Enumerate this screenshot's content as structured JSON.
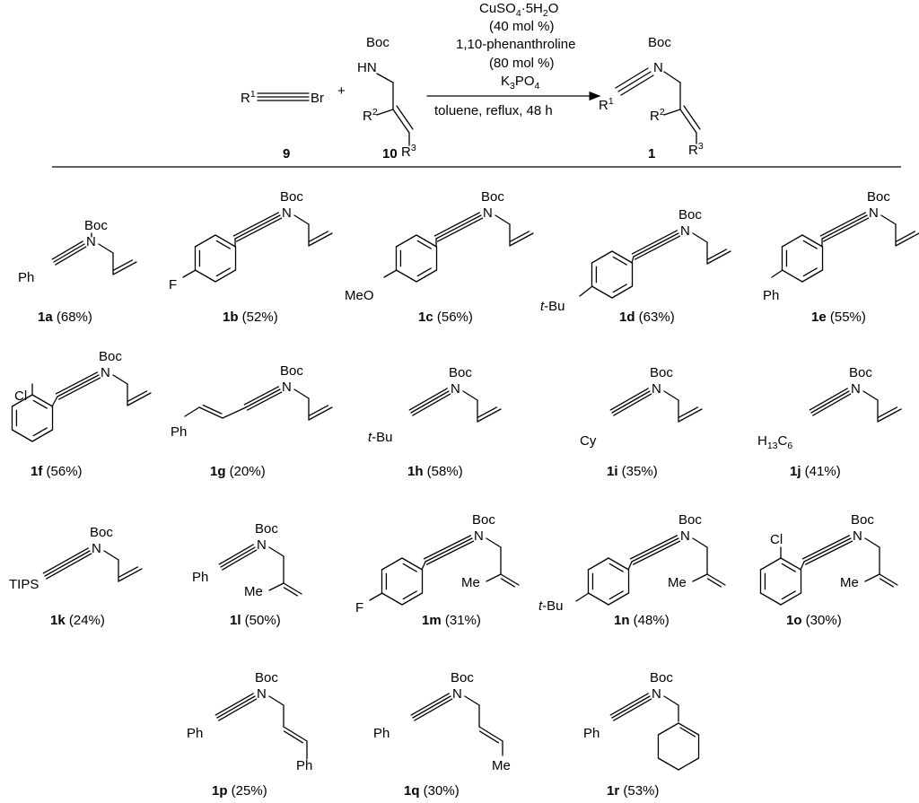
{
  "reaction": {
    "reagent1_r": "R",
    "reagent1_sup": "1",
    "reagent1_br": "Br",
    "plus": "+",
    "reagent2_boc": "Boc",
    "reagent2_hn": "HN",
    "r2": "R",
    "r2_sup": "2",
    "r3": "R",
    "r3_sup": "3",
    "conditions": {
      "line1_pre": "CuSO",
      "line1_sub": "4",
      "line1_post": "·5H",
      "line1_sub2": "2",
      "line1_end": "O",
      "line2": "(40 mol %)",
      "line3": "1,10-phenanthroline",
      "line4": "(80 mol %)",
      "line5_pre": "K",
      "line5_sub": "3",
      "line5_mid": "PO",
      "line5_sub2": "4",
      "below": "toluene, reflux, 48 h"
    },
    "product_boc": "Boc",
    "product_n": "N",
    "compound_numbers": {
      "alkyne": "9",
      "amine": "10",
      "product": "1"
    }
  },
  "labels": {
    "boc": "Boc",
    "n": "N",
    "ph": "Ph",
    "f": "F",
    "meo": "MeO",
    "tbu_t": "t",
    "tbu": "-Bu",
    "cl": "Cl",
    "cy": "Cy",
    "h13c6": "H",
    "h13c6_sub1": "13",
    "h13c6_c": "C",
    "h13c6_sub2": "6",
    "tips": "TIPS",
    "me": "Me"
  },
  "products": [
    {
      "id": "1a",
      "yield": "(68%)"
    },
    {
      "id": "1b",
      "yield": "(52%)"
    },
    {
      "id": "1c",
      "yield": "(56%)"
    },
    {
      "id": "1d",
      "yield": "(63%)"
    },
    {
      "id": "1e",
      "yield": "(55%)"
    },
    {
      "id": "1f",
      "yield": "(56%)"
    },
    {
      "id": "1g",
      "yield": "(20%)"
    },
    {
      "id": "1h",
      "yield": "(58%)"
    },
    {
      "id": "1i",
      "yield": "(35%)"
    },
    {
      "id": "1j",
      "yield": "(41%)"
    },
    {
      "id": "1k",
      "yield": "(24%)"
    },
    {
      "id": "1l",
      "yield": "(50%)"
    },
    {
      "id": "1m",
      "yield": "(31%)"
    },
    {
      "id": "1n",
      "yield": "(48%)"
    },
    {
      "id": "1o",
      "yield": "(30%)"
    },
    {
      "id": "1p",
      "yield": "(25%)"
    },
    {
      "id": "1q",
      "yield": "(30%)"
    },
    {
      "id": "1r",
      "yield": "(53%)"
    }
  ]
}
